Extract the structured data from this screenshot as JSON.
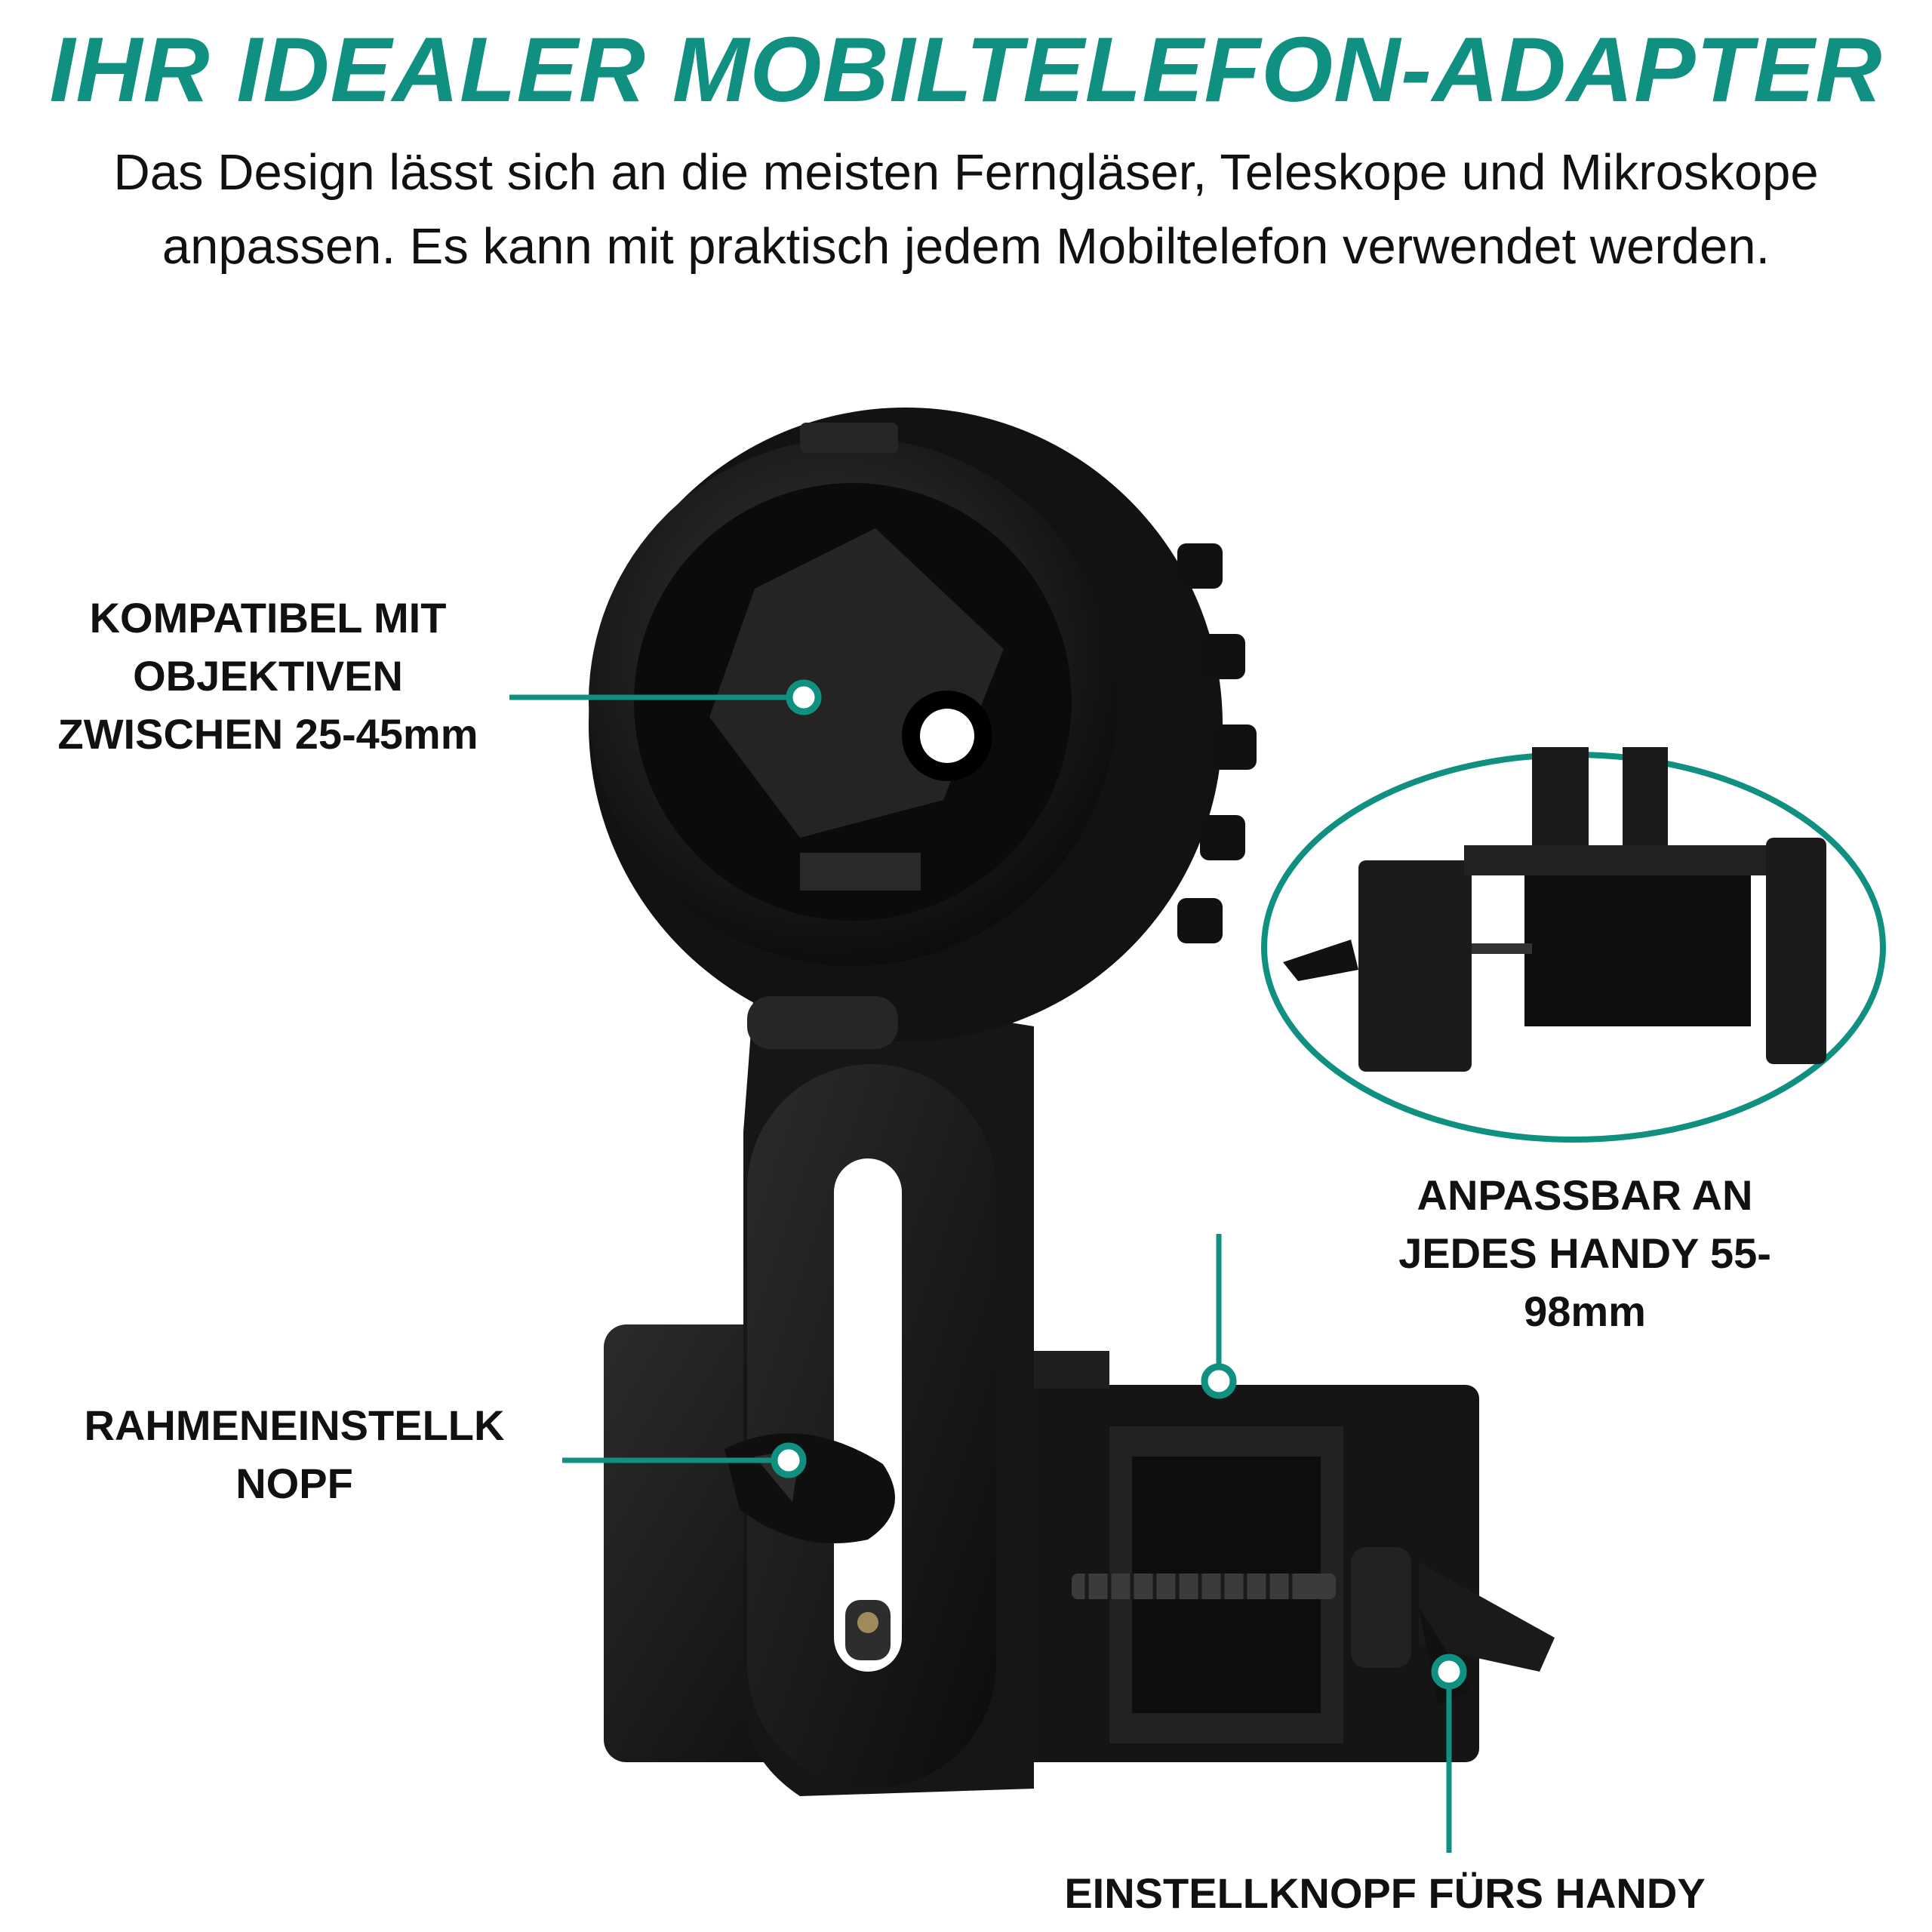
{
  "title": "IHR IDEALER MOBILTELEFON-ADAPTER",
  "subtitle": "Das Design lässt sich an die meisten Ferngläser, Teleskope und Mikroskope anpassen. Es kann mit praktisch jedem Mobiltelefon verwendet werden.",
  "callouts": {
    "lens": "KOMPATIBEL MIT OBJEKTIVEN ZWISCHEN 25-45mm",
    "phone": "ANPASSBAR AN JEDES HANDY 55-98mm",
    "frame_knob": "RAHMENEINSTELLK NOPF",
    "phone_knob": "EINSTELLKNOPF FÜRS HANDY"
  },
  "colors": {
    "accent": "#0f9080",
    "text": "#111111",
    "product": "#1a1a1a"
  },
  "icons": [
    "binocular-phone-adapter-photo",
    "phone-clamp-detail-photo",
    "callout-dot-icon"
  ]
}
